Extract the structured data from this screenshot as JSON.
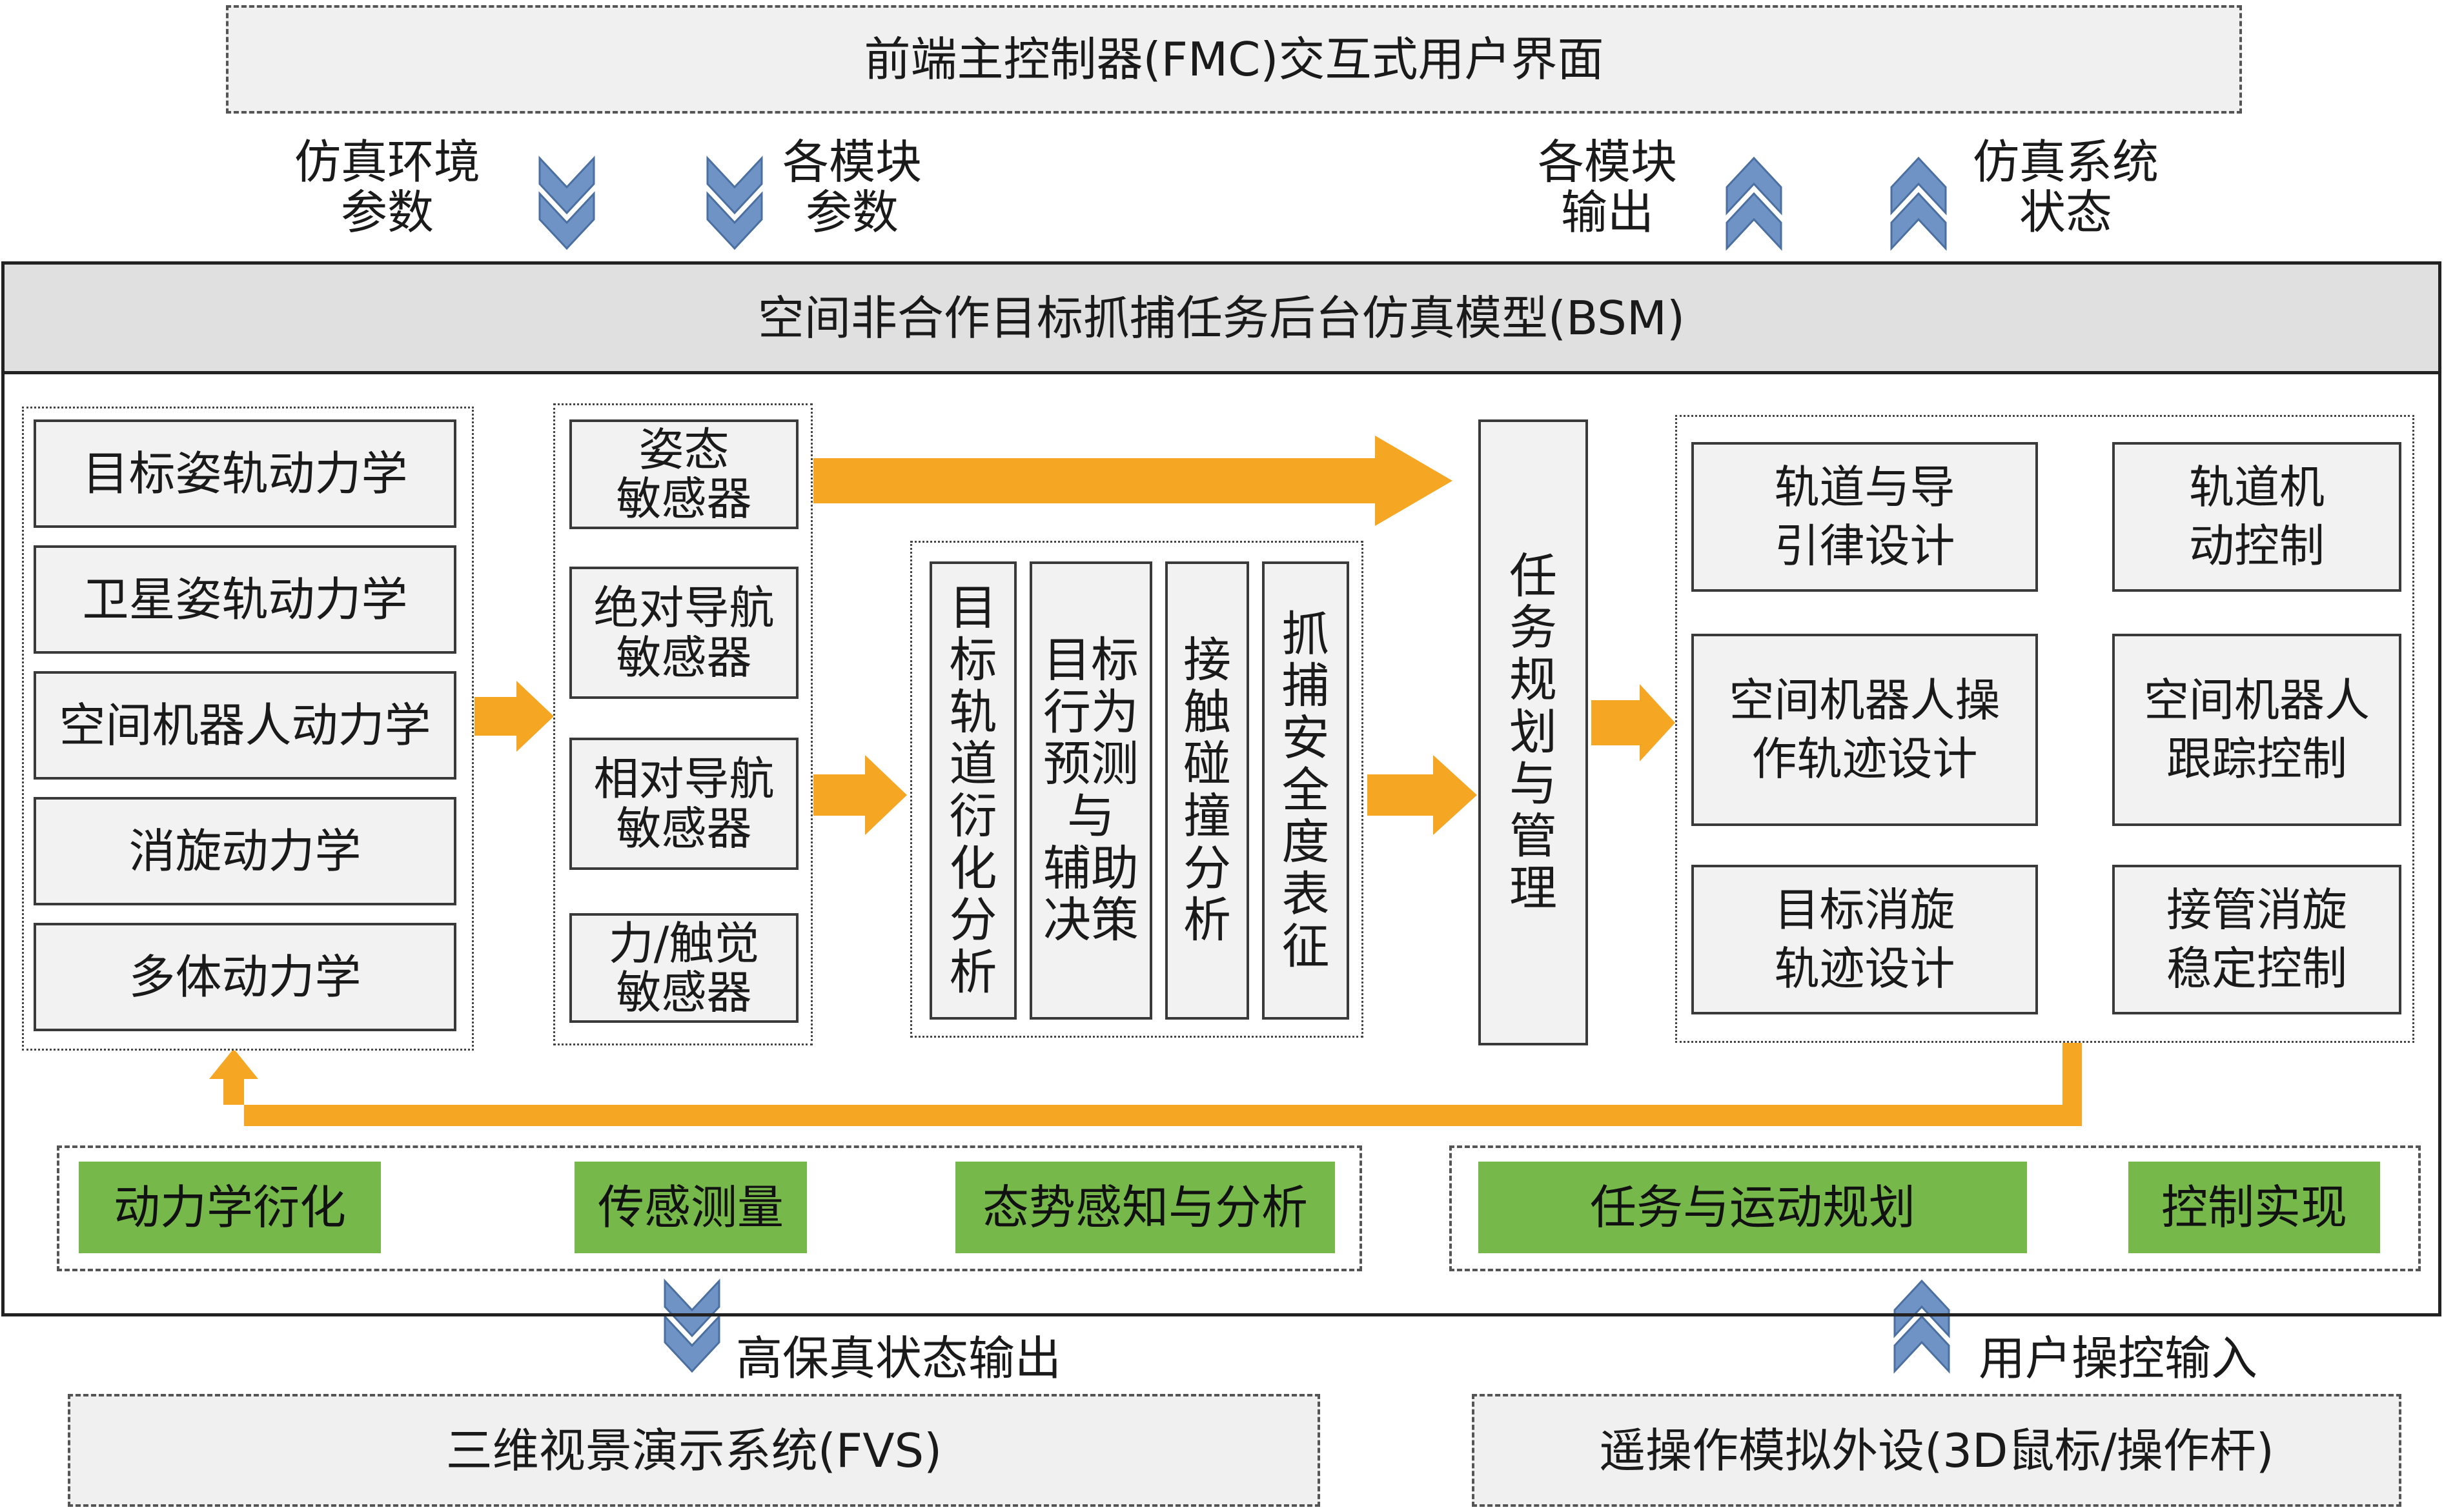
{
  "fmc": {
    "title": "前端主控制器(FMC)交互式用户界面"
  },
  "top_labels": {
    "sim_env_params": [
      "仿真环境",
      "参数"
    ],
    "module_params": [
      "各模块",
      "参数"
    ],
    "module_output": [
      "各模块",
      "输出"
    ],
    "sim_status": [
      "仿真系统",
      "状态"
    ]
  },
  "bsm": {
    "title": "空间非合作目标抓捕任务后台仿真模型(BSM)",
    "dynamics": [
      "目标姿轨动力学",
      "卫星姿轨动力学",
      "空间机器人动力学",
      "消旋动力学",
      "多体动力学"
    ],
    "sensors": [
      [
        "姿态",
        "敏感器"
      ],
      [
        "绝对导航",
        "敏感器"
      ],
      [
        "相对导航",
        "敏感器"
      ],
      [
        "力/触觉",
        "敏感器"
      ]
    ],
    "analysis": [
      [
        "目",
        "标",
        "轨",
        "道",
        "衍",
        "化",
        "分",
        "析"
      ],
      [
        "目标",
        "行为",
        "预测",
        "与",
        "辅助",
        "决策"
      ],
      [
        "接",
        "触",
        "碰",
        "撞",
        "分",
        "析"
      ],
      [
        "抓",
        "捕",
        "安",
        "全",
        "度",
        "表",
        "征"
      ]
    ],
    "task_planning": [
      "任",
      "务",
      "规",
      "划",
      "与",
      "管",
      "理"
    ],
    "design": [
      [
        "轨道与导",
        "引律设计"
      ],
      [
        "空间机器人操",
        "作轨迹设计"
      ],
      [
        "目标消旋",
        "轨迹设计"
      ]
    ],
    "control": [
      [
        "轨道机",
        "动控制"
      ],
      [
        "空间机器人",
        "跟踪控制"
      ],
      [
        "接管消旋",
        "稳定控制"
      ]
    ],
    "categories_left": [
      "动力学衍化",
      "传感测量",
      "态势感知与分析"
    ],
    "categories_right": [
      "任务与运动规划",
      "控制实现"
    ]
  },
  "bottom": {
    "hifi_output": "高保真状态输出",
    "user_input": "用户操控输入",
    "fvs": "三维视景演示系统(FVS)",
    "peripheral": "遥操作模拟外设(3D鼠标/操作杆)"
  },
  "colors": {
    "orange_arrow": "#f5a623",
    "blue_chevron": "#6f93c4",
    "green_tag": "#77b84a",
    "box_fill": "#f2f2f2",
    "header_fill": "#e0e0e0"
  }
}
